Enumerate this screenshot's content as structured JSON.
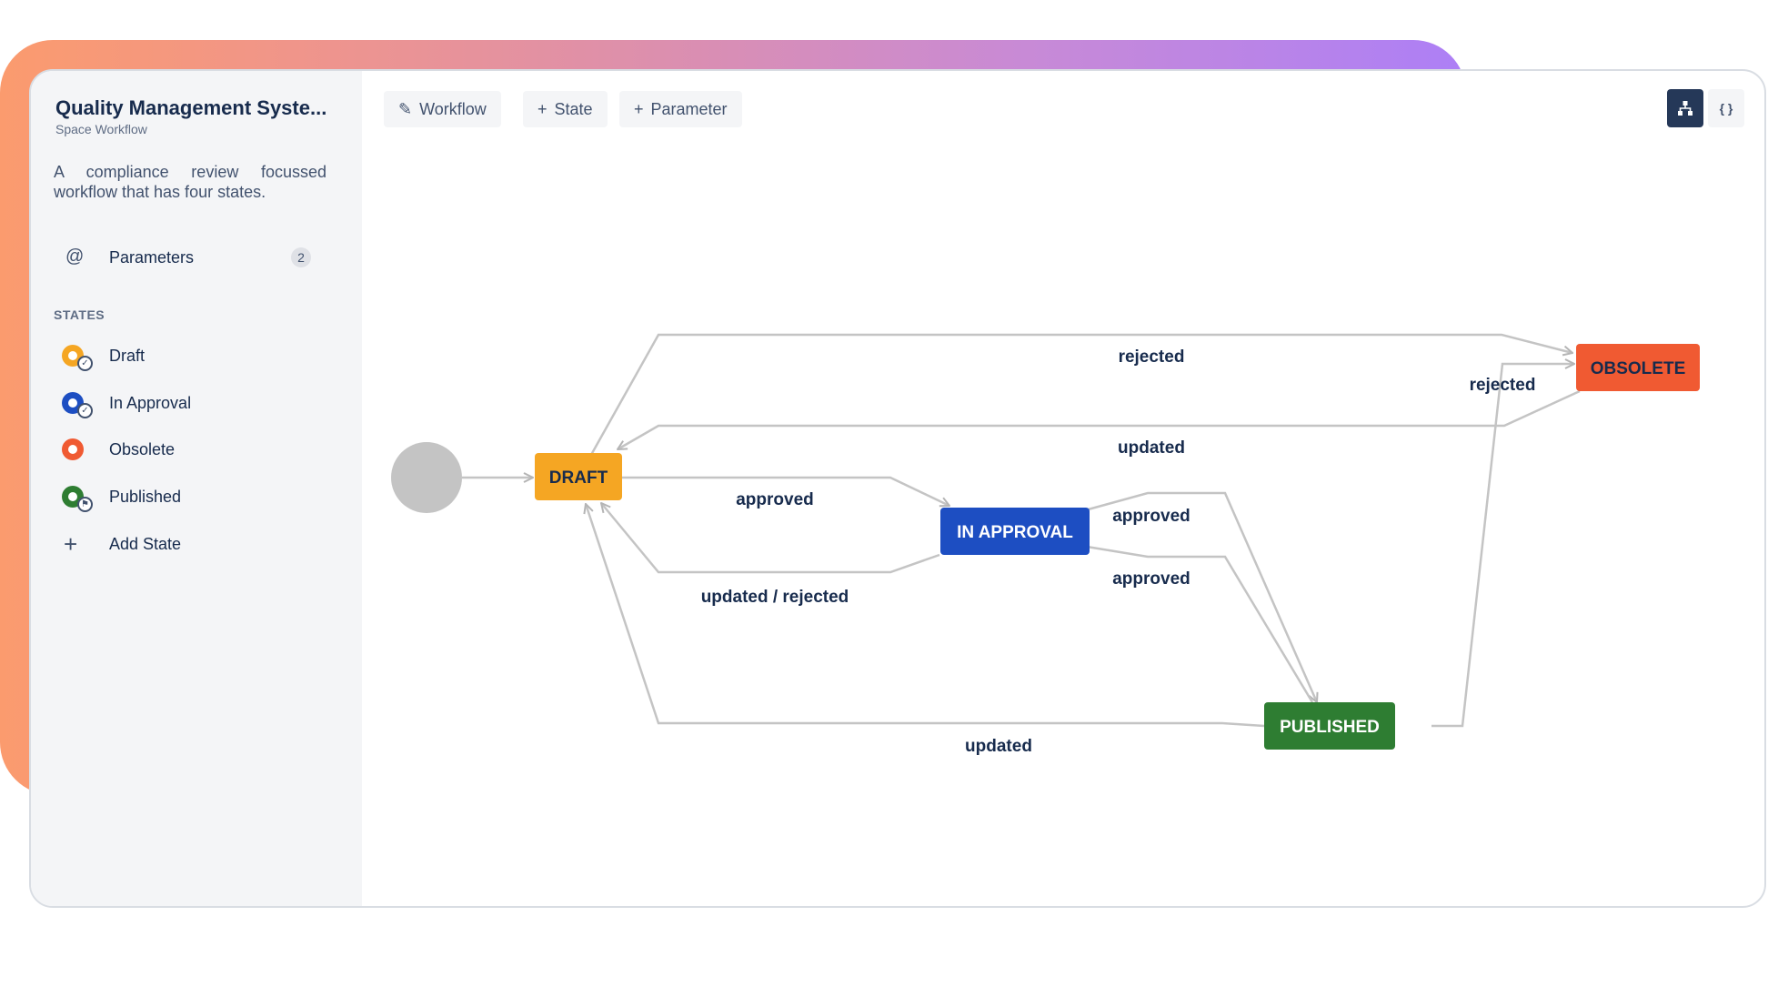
{
  "workflow": {
    "title": "Quality Management Syste...",
    "subtitle": "Space Workflow",
    "description": "A compliance review focussed workflow that has four states."
  },
  "sidebar": {
    "parameters": {
      "label": "Parameters",
      "count": "2",
      "icon": "at-icon"
    },
    "states_heading": "STATES",
    "states": [
      {
        "label": "Draft",
        "color": "#f5a623",
        "icon": "draft-state-icon"
      },
      {
        "label": "In Approval",
        "color": "#1d4ec2",
        "icon": "in-approval-state-icon"
      },
      {
        "label": "Obsolete",
        "color": "#f05a32",
        "icon": "obsolete-state-icon"
      },
      {
        "label": "Published",
        "color": "#2e7d32",
        "icon": "published-state-icon"
      }
    ],
    "add_state": "Add State"
  },
  "toolbar": {
    "workflow": "Workflow",
    "state": "State",
    "parameter": "Parameter",
    "diagram_view_icon": "diagram-icon",
    "json_view_icon": "code-braces-icon",
    "json_view_label": "{ }"
  },
  "diagram": {
    "nodes": {
      "draft": {
        "label": "DRAFT",
        "color": "#f5a623",
        "text_color": "#172b4d"
      },
      "in_approval": {
        "label": "IN APPROVAL",
        "color": "#1d4ec2",
        "text_color": "#ffffff"
      },
      "obsolete": {
        "label": "OBSOLETE",
        "color": "#f05a32",
        "text_color": "#172b4d"
      },
      "published": {
        "label": "PUBLISHED",
        "color": "#2e7d32",
        "text_color": "#ffffff"
      }
    },
    "edge_labels": {
      "draft_obsolete": "rejected",
      "obsolete_draft": "updated",
      "published_obsolete": "rejected",
      "draft_approval": "approved",
      "approval_draft": "updated / rejected",
      "approval_published": "approved",
      "published_approval": "approved",
      "published_draft": "updated"
    }
  }
}
